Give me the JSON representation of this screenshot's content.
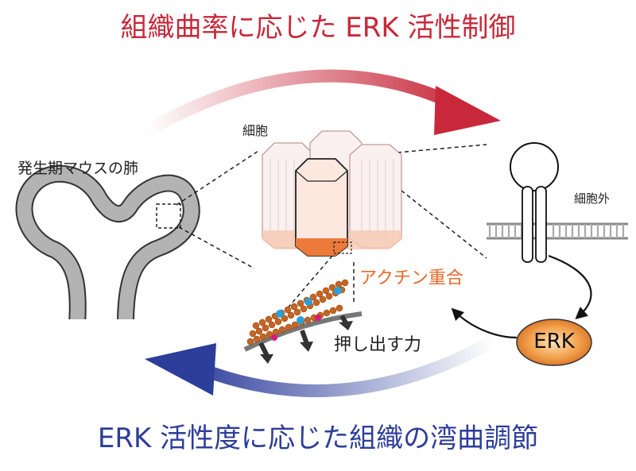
{
  "title_top": "組織曲率に応じた ERK 活性制御",
  "title_bottom": "ERK 活性度に応じた組織の湾曲調節",
  "labels": {
    "lung": "発生期マウスの肺",
    "cell": "細胞",
    "extracellular": "細胞外",
    "actin": "アクチン重合",
    "force": "押し出す力",
    "erk": "ERK"
  },
  "colors": {
    "top_arrow": "#c8283a",
    "bottom_arrow": "#2d3d9a",
    "actin_text": "#e8692a",
    "erk_fill": "#e8822a",
    "tissue_gray": "#b3b3b3"
  }
}
